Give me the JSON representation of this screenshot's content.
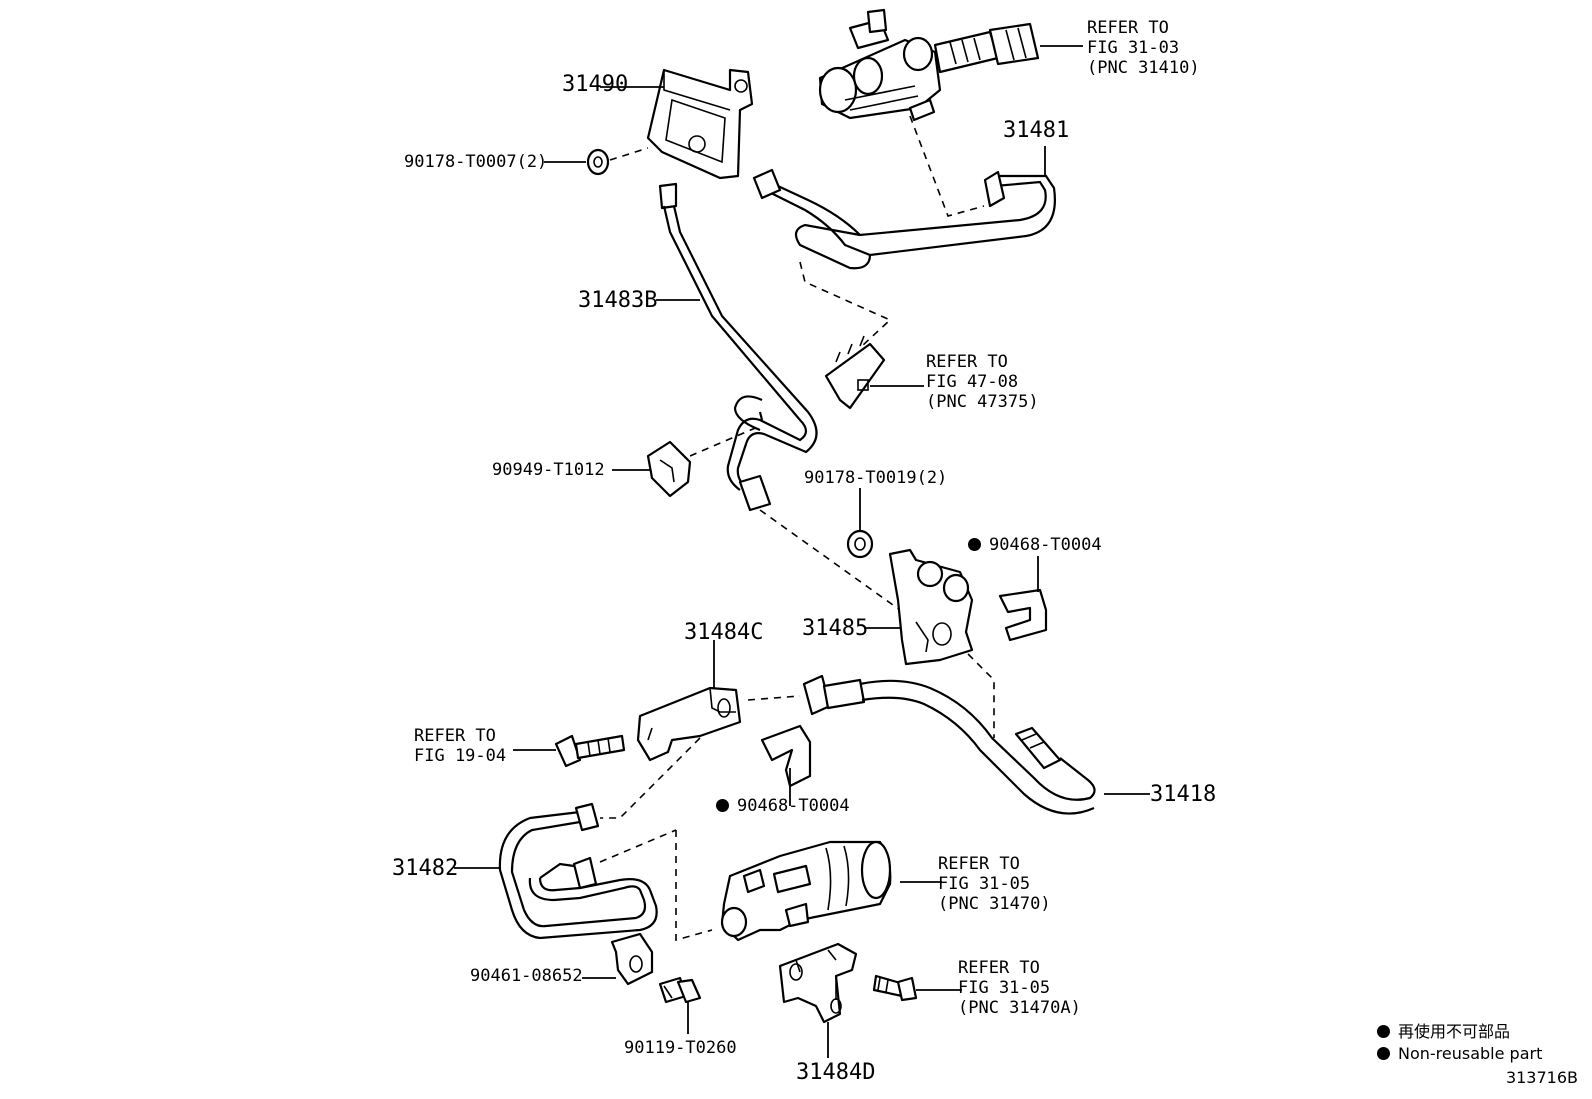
{
  "labels": {
    "p31490": "31490",
    "p90178_t0007": "90178-T0007(2)",
    "ref_fig3103": "REFER TO\nFIG 31-03\n(PNC 31410)",
    "p31481": "31481",
    "p31483b": "31483B",
    "ref_fig4708": "REFER TO\nFIG 47-08\n(PNC 47375)",
    "p90949_t1012": "90949-T1012",
    "p90178_t0019": "90178-T0019(2)",
    "p90468_t0004_top": "90468-T0004",
    "p31485": "31485",
    "p31484c": "31484C",
    "ref_fig1904": "REFER TO\nFIG 19-04",
    "p90468_t0004_bottom": "90468-T0004",
    "p31418": "31418",
    "p31482": "31482",
    "ref_fig3105_a": "REFER TO\nFIG 31-05\n(PNC 31470)",
    "ref_fig3105_b": "REFER TO\nFIG 31-05\n(PNC 31470A)",
    "p90461_08652": "90461-08652",
    "p90119_t0260": "90119-T0260",
    "p31484d": "31484D"
  },
  "legend": {
    "jp": "再使用不可部品",
    "en": "Non-reusable part"
  },
  "diagram_id": "313716B"
}
